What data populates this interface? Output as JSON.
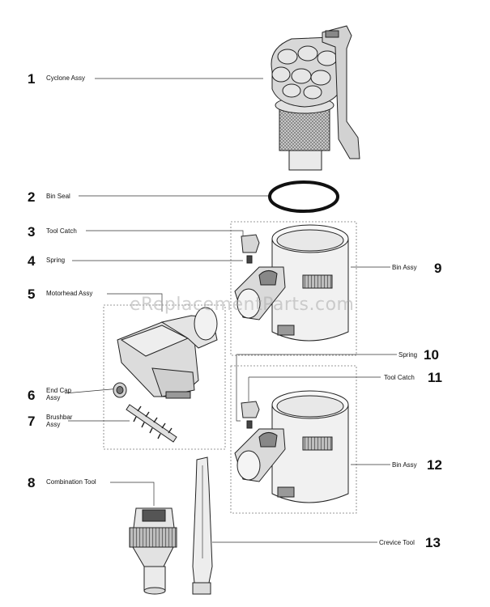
{
  "watermark": "eReplacementParts.com",
  "parts": [
    {
      "num": "1",
      "label": "Cyclone Assy",
      "label2": ""
    },
    {
      "num": "2",
      "label": "Bin Seal",
      "label2": ""
    },
    {
      "num": "3",
      "label": "Tool Catch",
      "label2": ""
    },
    {
      "num": "4",
      "label": "Spring",
      "label2": ""
    },
    {
      "num": "5",
      "label": "Motorhead Assy",
      "label2": ""
    },
    {
      "num": "6",
      "label": "End Cap",
      "label2": "Assy"
    },
    {
      "num": "7",
      "label": "Brushbar",
      "label2": "Assy"
    },
    {
      "num": "8",
      "label": "Combination Tool",
      "label2": ""
    },
    {
      "num": "9",
      "label": "Bin Assy",
      "label2": ""
    },
    {
      "num": "10",
      "label": "Spring",
      "label2": ""
    },
    {
      "num": "11",
      "label": "Tool Catch",
      "label2": ""
    },
    {
      "num": "12",
      "label": "Bin Assy",
      "label2": ""
    },
    {
      "num": "13",
      "label": "Crevice Tool",
      "label2": ""
    }
  ]
}
